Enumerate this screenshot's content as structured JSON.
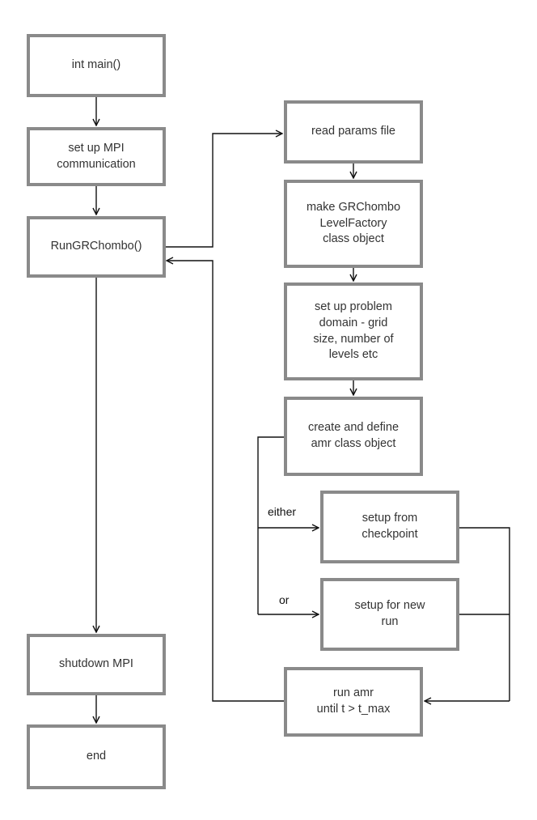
{
  "nodes": {
    "main": "int main()",
    "mpi_setup": "set up MPI\ncommunication",
    "run": "RunGRChombo()",
    "shutdown": "shutdown MPI",
    "end": "end",
    "read_params": "read params file",
    "factory": "make GRChombo\nLevelFactory\nclass object",
    "domain": "set up problem\ndomain - grid\nsize, number of\nlevels etc",
    "amr_create": "create and define\namr class object",
    "checkpoint": "setup from\ncheckpoint",
    "new_run": "setup for new\nrun",
    "run_amr": "run amr\nuntil t > t_max"
  },
  "labels": {
    "either": "either",
    "or": "or"
  },
  "colors": {
    "box_border": "#8a8a8a",
    "line": "#111111",
    "text": "#333333"
  }
}
